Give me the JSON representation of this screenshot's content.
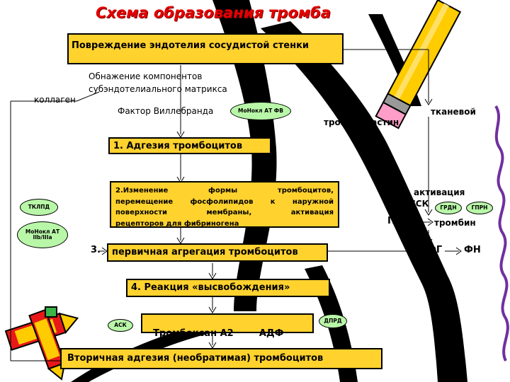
{
  "title": "Схема  образования тромба",
  "boxes": {
    "endothelium": " Повреждение эндотелия сосудистой стенки",
    "adhesion": "1. Адгезия тромбоцитов",
    "shape_change_lines": [
      "2.Изменение формы тромбоцитов,",
      "перемещение фосфолипидов к наружной",
      "поверхности мембраны, активация",
      "рецепторов для фибриногена"
    ],
    "primary_aggregation": "первичная агрегация тромбоцитов",
    "release": "4. Реакция «высвобождения»",
    "thromboxane": "Тромбоксан А2        АДФ",
    "secondary_adhesion": "Вторичная адгезия (необратимая) тромбоцитов"
  },
  "labels": {
    "subendothelial_1": "Обнажение компонентов",
    "subendothelial_2": "субэндотелиального матрикса",
    "collagen": "коллаген",
    "willebrand": "Фактор Виллебранда",
    "thromboplastin": "тромбопластин",
    "tissue": "тканевой",
    "activation": "активация",
    "ssk": "ССК",
    "ptr": "ПТР",
    "thrombin": "тромбин",
    "step3": "3.",
    "fg": "ФГ",
    "fn": "ФН"
  },
  "pills": {
    "monokl_fv": "МоНокл АТ ФВ",
    "tklpd": "ТКЛПД",
    "monokl_iib": "МоНокл АТ IIb/IIIa",
    "grdn": "ГРДН",
    "gprn": "ГПРН",
    "ask": "АСК",
    "dprd": "ДПРД"
  },
  "colors": {
    "box_fill": "#ffd22e",
    "pill_fill": "#b9f7a8",
    "title": "#e60000",
    "pencil_body": "#ffcc00",
    "pencil_eraser": "#ff9ec8",
    "squiggle": "#7030a0"
  }
}
